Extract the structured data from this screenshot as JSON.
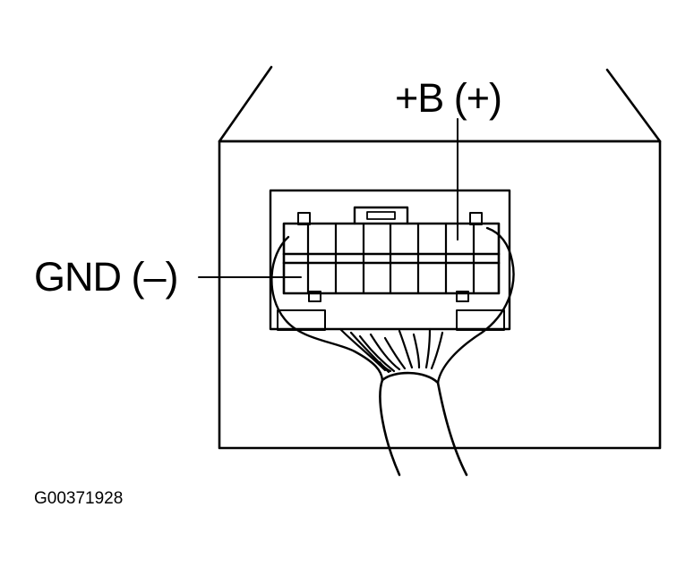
{
  "labels": {
    "positive": "+B (+)",
    "ground": "GND (–)",
    "figure_code": "G00371928"
  },
  "colors": {
    "ink": "#000000",
    "paper": "#ffffff"
  }
}
